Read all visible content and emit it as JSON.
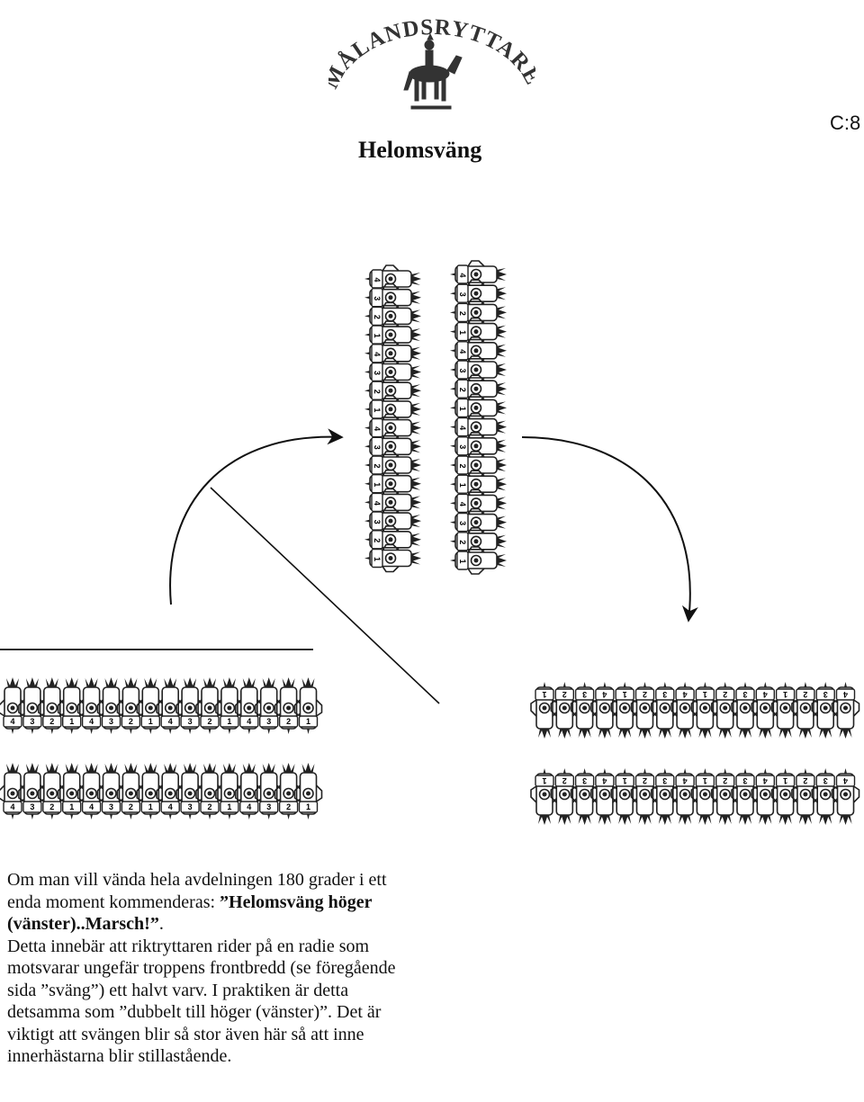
{
  "logo": {
    "text": "SMÅLANDSRYTTAREN"
  },
  "page_number": "C:8",
  "title": "Helomsväng",
  "paragraph1": {
    "part1": "Om man vill vända hela avdelningen 180 grader i ett enda moment kommenderas: ",
    "command": "”Helomsväng höger (vänster)..Marsch!”",
    "part2": "."
  },
  "paragraph2": "Detta innebär att riktryttaren rider på en radie som motsvarar ungefär troppens frontbredd (se föregående sida ”sväng”) ett halvt varv. I praktiken är detta detsamma som ”dubbelt till höger (vänster)”. Det är viktigt att svängen blir så stor även här så att inne innerhästarna blir stillastående.",
  "horse_numbers": [
    "4",
    "3",
    "2",
    "1"
  ],
  "icons": {
    "logo": "rider-on-horse-emblem",
    "arrow_left": "curved-arrow-up-right",
    "arrow_right": "curved-arrow-down"
  }
}
